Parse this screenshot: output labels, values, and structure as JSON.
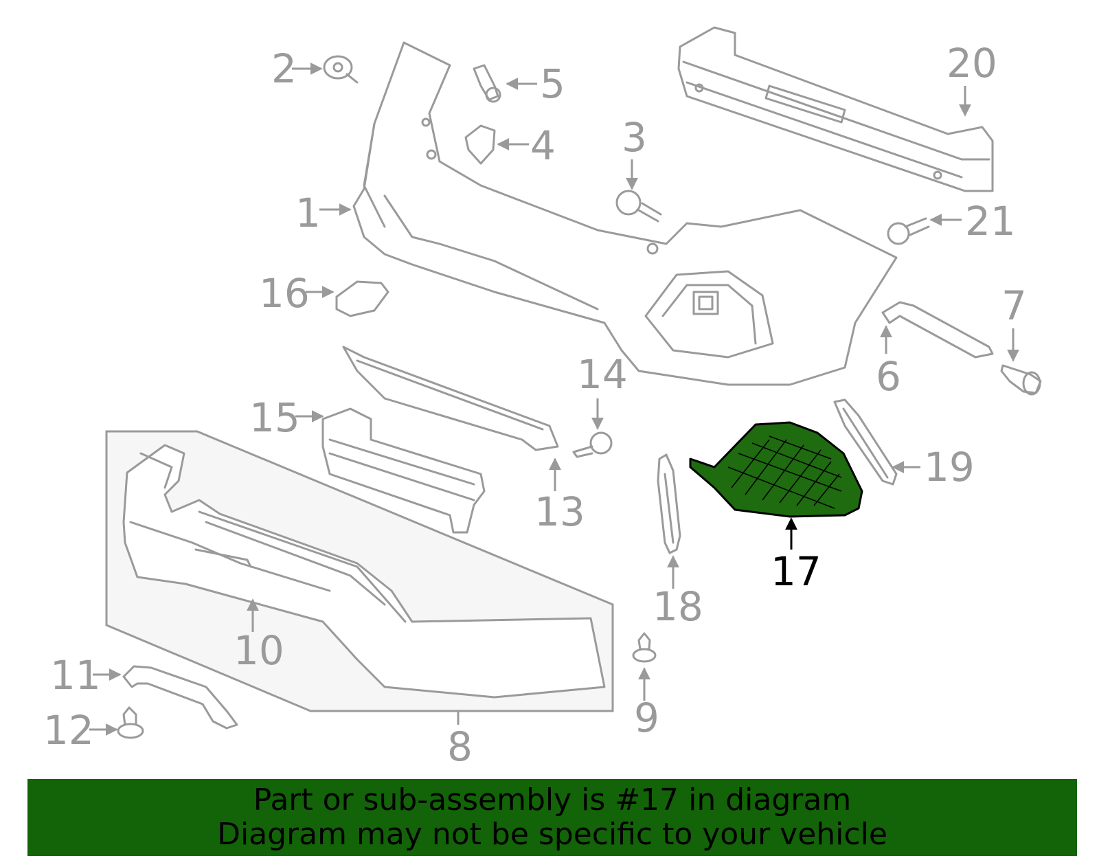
{
  "colors": {
    "highlight_fill": "#1e6b10",
    "banner_bg": "#136308",
    "part_stroke": "#9a9a9a",
    "assembly_bg": "#f6f6f6"
  },
  "callouts": [
    "1",
    "2",
    "3",
    "4",
    "5",
    "6",
    "7",
    "8",
    "9",
    "10",
    "11",
    "12",
    "13",
    "14",
    "15",
    "16",
    "17",
    "18",
    "19",
    "20",
    "21"
  ],
  "highlighted_callout": "17",
  "banner": {
    "line1": "Part or sub-assembly is #17 in diagram",
    "line2": "Diagram may not be specific to your vehicle"
  }
}
